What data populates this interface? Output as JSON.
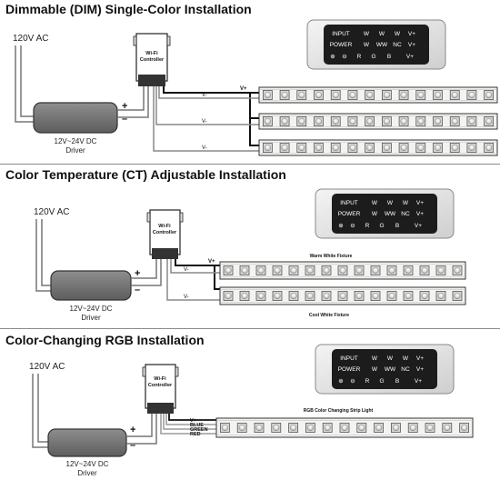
{
  "sections": [
    {
      "title": "Dimmable (DIM) Single-Color Installation",
      "ac_label": "120V AC",
      "driver_label_1": "12V~24V DC",
      "driver_label_2": "Driver",
      "controller_label_1": "Wi-Fi",
      "controller_label_2": "Controller",
      "plus": "+",
      "minus": "–",
      "wire_vplus": "V+",
      "wire_vminus": "V-",
      "panel": {
        "row1": [
          "INPUT",
          "W",
          "W",
          "W",
          "V+"
        ],
        "row2": [
          "POWER",
          "W",
          "WW",
          "NC",
          "V+"
        ],
        "row3": [
          "⊕",
          "⊖",
          "R",
          "G",
          "B",
          "V+"
        ]
      }
    },
    {
      "title": "Color Temperature (CT) Adjustable Installation",
      "ac_label": "120V AC",
      "driver_label_1": "12V~24V DC",
      "driver_label_2": "Driver",
      "controller_label_1": "Wi-Fi",
      "controller_label_2": "Controller",
      "plus": "+",
      "minus": "–",
      "wire_vplus": "V+",
      "wire_vminus": "V-",
      "fixture_top": "Warm White Fixture",
      "fixture_bottom": "Cool White Fixture",
      "panel": {
        "row1": [
          "INPUT",
          "W",
          "W",
          "W",
          "V+"
        ],
        "row2": [
          "POWER",
          "W",
          "WW",
          "NC",
          "V+"
        ],
        "row3": [
          "⊕",
          "⊖",
          "R",
          "G",
          "B",
          "V+"
        ]
      }
    },
    {
      "title": "Color-Changing RGB Installation",
      "ac_label": "120V AC",
      "driver_label_1": "12V~24V DC",
      "driver_label_2": "Driver",
      "controller_label_1": "Wi-Fi",
      "controller_label_2": "Controller",
      "plus": "+",
      "minus": "–",
      "wires": [
        "V+",
        "BLUE",
        "GREEN",
        "RED"
      ],
      "fixture": "RGB Color Changing Strip Light",
      "panel": {
        "row1": [
          "INPUT",
          "W",
          "W",
          "W",
          "V+"
        ],
        "row2": [
          "POWER",
          "W",
          "WW",
          "NC",
          "V+"
        ],
        "row3": [
          "⊕",
          "⊖",
          "R",
          "G",
          "B",
          "V+"
        ]
      }
    }
  ]
}
